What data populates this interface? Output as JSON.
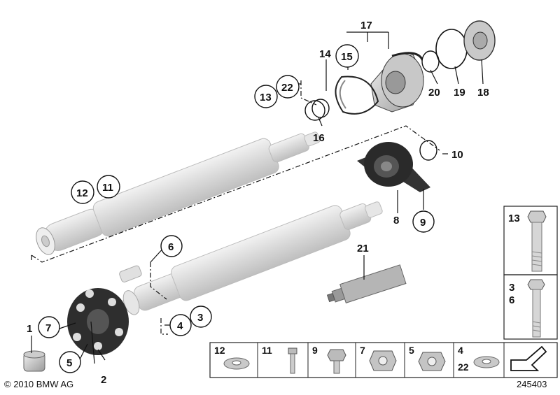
{
  "callouts": {
    "c1": "1",
    "c2": "2",
    "c3": "3",
    "c4": "4",
    "c5": "5",
    "c6": "6",
    "c7": "7",
    "c8": "8",
    "c9": "9",
    "c10": "10",
    "c11": "11",
    "c12": "12",
    "c13": "13",
    "c14": "14",
    "c15": "15",
    "c16": "16",
    "c17": "17",
    "c18": "18",
    "c19": "19",
    "c20": "20",
    "c21": "21",
    "c22": "22"
  },
  "panel_right": {
    "p13": "13",
    "p3": "3",
    "p6": "6"
  },
  "panel_bottom": {
    "b12": "12",
    "b11": "11",
    "b9": "9",
    "b7": "7",
    "b5": "5",
    "b4": "4",
    "b22": "22"
  },
  "footer": {
    "copyright": "© 2010 BMW AG",
    "diagram_number": "245403"
  },
  "colors": {
    "shaft": "#d9d9d9",
    "coupling": "#2e2e2e",
    "outline": "#111111"
  }
}
